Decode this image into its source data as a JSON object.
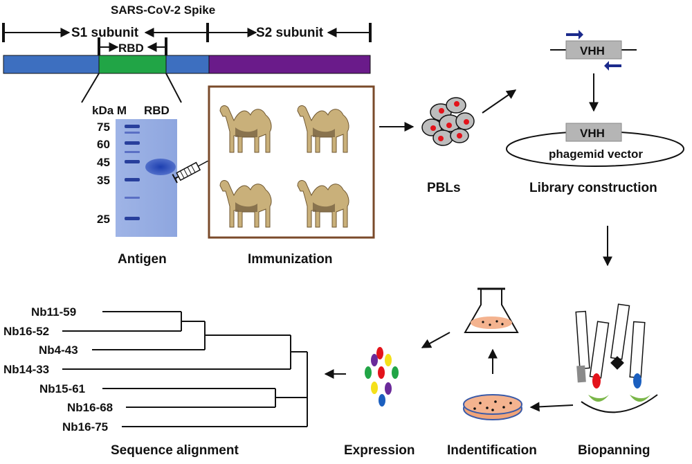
{
  "spike": {
    "title": "SARS-CoV-2  Spike",
    "s1_label": "S1 subunit",
    "s2_label": "S2 subunit",
    "rbd_label": "RBD",
    "colors": {
      "s1": "#3d6fc0",
      "rbd": "#21a546",
      "s2": "#6a1b8a"
    }
  },
  "gel": {
    "kda_label": "kDa M",
    "rbd_col_label": "RBD",
    "markers": [
      "75",
      "60",
      "45",
      "35",
      "25"
    ],
    "caption": "Antigen"
  },
  "immunization": {
    "caption": "Immunization"
  },
  "pbls": {
    "caption": "PBLs"
  },
  "library": {
    "vhh_top": "VHH",
    "vhh_vector": "VHH",
    "vector_label": "phagemid vector",
    "caption": "Library construction"
  },
  "biopanning": {
    "caption": "Biopanning"
  },
  "identification": {
    "caption": "Indentification"
  },
  "expression": {
    "caption": "Expression"
  },
  "alignment": {
    "caption": "Sequence alignment",
    "leaves": [
      "Nb11-59",
      "Nb16-52",
      "Nb4-43",
      "Nb14-33",
      "Nb15-61",
      "Nb16-68",
      "Nb16-75"
    ]
  }
}
